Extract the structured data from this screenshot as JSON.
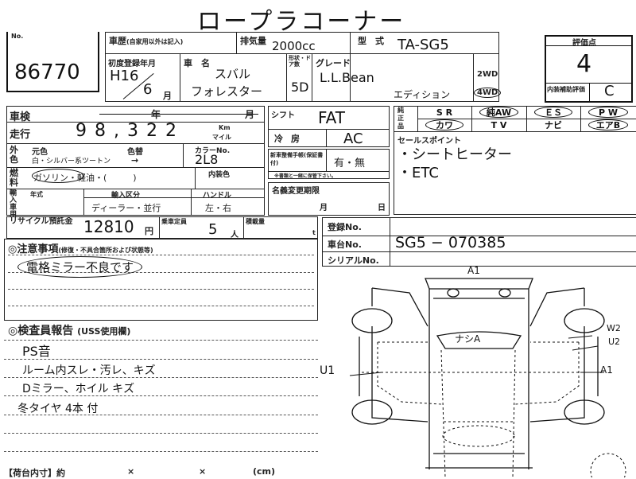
{
  "title": "ロープラコーナー",
  "lot": {
    "label": "No.",
    "number": "86770"
  },
  "history": {
    "label": "車歴",
    "sub": "(自家用以外は記入)"
  },
  "displacement": {
    "label": "排気量",
    "value": "2000cc"
  },
  "model_code": {
    "label": "型　式",
    "value": "TA-SG5"
  },
  "first_reg": {
    "label": "初度登録年月",
    "year": "H16",
    "month": "6",
    "month_unit": "月"
  },
  "car_name": {
    "label": "車　名",
    "line1": "スバル",
    "line2": "フォレスター"
  },
  "doors": {
    "label": "形状・ドア数",
    "value": "5D"
  },
  "grade": {
    "label": "グレード",
    "line1": "L.L.Bean",
    "line2": "エディション"
  },
  "drive": {
    "opt1": "2WD",
    "opt2": "4WD",
    "selected": "4WD"
  },
  "score": {
    "label": "評価点",
    "value": "4",
    "interior_label": "内装補助評価",
    "interior_value": "C"
  },
  "shaken": {
    "label": "車検",
    "year": "年",
    "month": "月"
  },
  "mileage": {
    "label": "走行",
    "value": "98,322",
    "unit_km": "Km",
    "unit_mile": "マイル"
  },
  "exterior": {
    "label": "外色",
    "orig_label": "元色",
    "orig_value": "白・シルバー系ツートン",
    "change_label": "色替",
    "change_value": "→",
    "color_no_label": "カラーNo.",
    "color_no": "2L8"
  },
  "fuel": {
    "label": "燃料",
    "options": "ガソリン・軽油・(　　　)",
    "selected": "ガソリン",
    "interior_color_label": "内装色"
  },
  "import": {
    "label": "輸入車用",
    "year_label": "年式",
    "type_label": "輸入区分",
    "type_options": "ディーラー・並行",
    "handle_label": "ハンドル",
    "handle_options": "左・右"
  },
  "recycle": {
    "label": "リサイクル預託金",
    "value": "12810",
    "unit": "円"
  },
  "capacity": {
    "label": "乗車定員",
    "value": "5",
    "unit": "人"
  },
  "load": {
    "label": "積載量",
    "unit": "t"
  },
  "shift": {
    "label": "シフト",
    "value": "FAT"
  },
  "aircon": {
    "label": "冷房",
    "value": "AC"
  },
  "service_book": {
    "label": "新車整備手帳(保証書付)",
    "options": "有・無",
    "note": "※書類と一緒に保管下さい。"
  },
  "name_change": {
    "label": "名義変更期限",
    "month": "月",
    "day": "日"
  },
  "equipment": {
    "label": "純正品",
    "items": [
      {
        "label": "S R",
        "circled": false
      },
      {
        "label": "純AW",
        "circled": true
      },
      {
        "label": "ＥＳ",
        "circled": true
      },
      {
        "label": "P W",
        "circled": true
      },
      {
        "label": "カワ",
        "circled": true
      },
      {
        "label": "T V",
        "circled": false
      },
      {
        "label": "ナビ",
        "circled": false
      },
      {
        "label": "エアB",
        "circled": true
      }
    ]
  },
  "sales_points": {
    "label": "セールスポイント",
    "items": [
      "・シートヒーター",
      "・ETC"
    ]
  },
  "registration": {
    "reg_label": "登録No.",
    "chassis_label": "車台No.",
    "chassis_value": "SG5 − 070385",
    "serial_label": "シリアルNo."
  },
  "notes": {
    "label": "◎注意事項",
    "sub": "(修復・不具合箇所および状態等)",
    "lines": [
      "電格ミラー不良です"
    ]
  },
  "inspector": {
    "label": "◎検査員報告",
    "sub": "(USS使用欄)",
    "lines": [
      "PS音",
      "ルーム内スレ・汚レ、キズ",
      "Dミラー、ホイル キズ",
      "冬タイヤ 4本 付"
    ]
  },
  "cargo": {
    "label": "【荷台内寸】約",
    "x1": "×",
    "x2": "×",
    "unit": "(cm)"
  },
  "diagram": {
    "marks": [
      "A1",
      "ナシA",
      "W2",
      "U2",
      "A1",
      "U1"
    ]
  }
}
